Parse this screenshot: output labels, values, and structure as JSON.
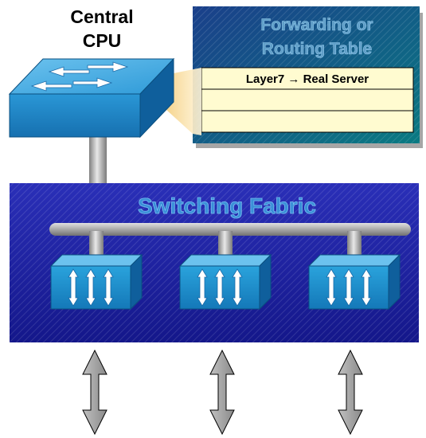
{
  "cpu": {
    "line1": "Central",
    "line2": "CPU"
  },
  "table": {
    "title_line1": "Forwarding or",
    "title_line2": "Routing Table",
    "rows": [
      "Layer7 → Real Server",
      "",
      ""
    ]
  },
  "fabric": {
    "title": "Switching Fabric",
    "ports": 3
  },
  "external_links": 3,
  "colors": {
    "fabric_blue": "#1a1fa0",
    "table_teal": "#0e6c78",
    "switch_blue": "#1f8fd0",
    "bus_grey": "#a8a8a8",
    "row_fill": "#fff9c8"
  }
}
